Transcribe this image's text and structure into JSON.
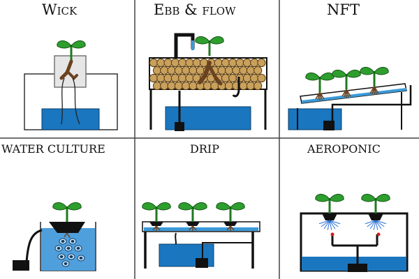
{
  "panels": [
    {
      "id": "wick",
      "title": "Wick"
    },
    {
      "id": "ebb_flow",
      "title": "Ebb & flow"
    },
    {
      "id": "nft",
      "title": "NFT"
    },
    {
      "id": "water_culture",
      "title": "WATER CULTURE"
    },
    {
      "id": "drip",
      "title": "DRIP"
    },
    {
      "id": "aeroponic",
      "title": "AEROPONIC"
    }
  ],
  "colors": {
    "reservoir_blue": "#1a76bf",
    "water_blue_light": "#5aa8e0",
    "leaf_green": "#2e9e2e",
    "root_brown": "#6b4220",
    "clay_pebble": "#c9a15c",
    "pump_black": "#111111",
    "emitter_red": "#d81b1b",
    "divider_gray": "#444444"
  }
}
